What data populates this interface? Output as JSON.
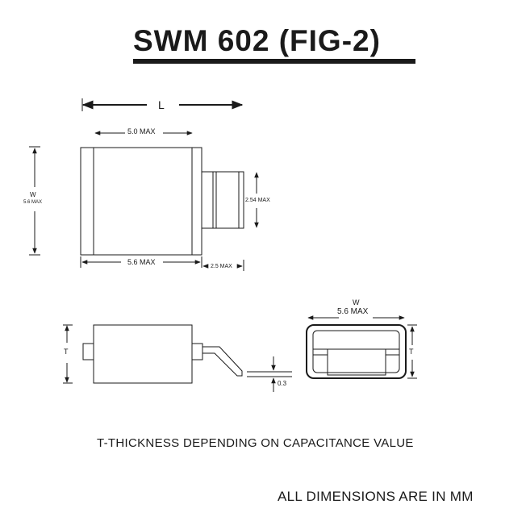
{
  "title": "SWM 602 (FIG-2)",
  "top_view": {
    "length_symbol": "L",
    "body_width": "5.0 MAX",
    "overall_width": "5.6 MAX",
    "lead_length": "2.5 MAX",
    "lead_height": "2.54 MAX",
    "height_symbol": "W",
    "height_value": "5.6 MAX"
  },
  "side_view": {
    "thickness_symbol": "T",
    "lead_thickness": "0.3"
  },
  "end_view": {
    "width_symbol": "W",
    "width_value": "5.6 MAX",
    "thickness_symbol": "T"
  },
  "notes": {
    "thickness_note": "T-THICKNESS DEPENDING ON CAPACITANCE VALUE",
    "units_note": "ALL DIMENSIONS ARE IN MM"
  }
}
